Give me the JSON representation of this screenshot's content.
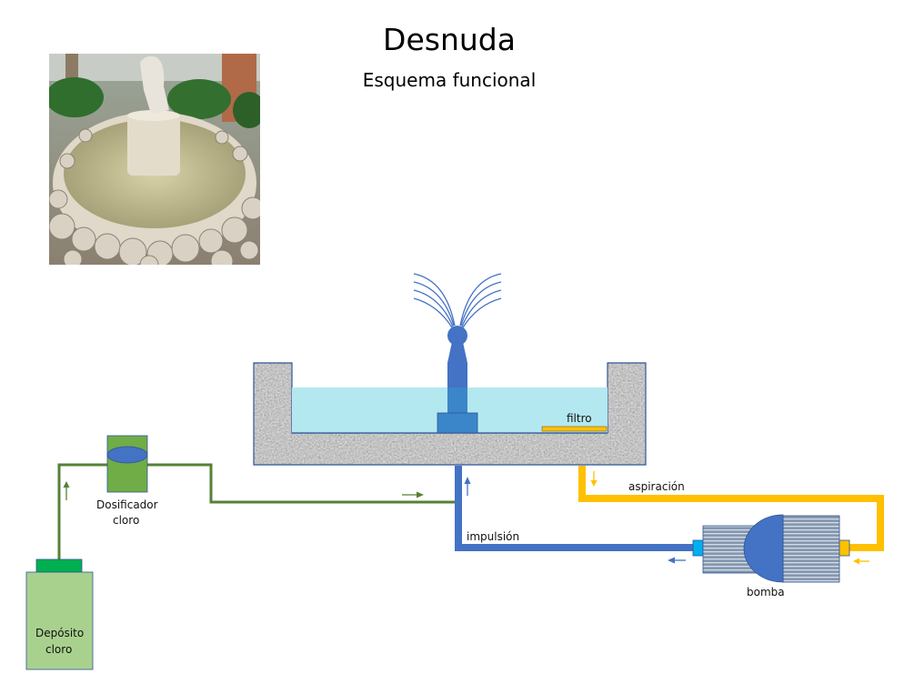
{
  "header": {
    "title": "Desnuda",
    "subtitle": "Esquema funcional"
  },
  "photo": {
    "description": "Fountain with statue on a pedestal surrounded by a ring of rocks"
  },
  "diagram": {
    "labels": {
      "filtro": "filtro",
      "aspiracion": "aspiración",
      "impulsion": "impulsión",
      "bomba": "bomba",
      "dosificador_line1": "Dosificador",
      "dosificador_line2": "cloro",
      "deposito_line1": "Depósito",
      "deposito_line2": "cloro"
    },
    "colors": {
      "impulsion_pipe": "#4472c4",
      "aspiracion_pipe": "#ffc000",
      "chlorine_pipe": "#548235",
      "water": "#b4e8f0",
      "nozzle": "#4472c4",
      "nozzle_base": "#3a86c8",
      "dosificador": "#70ad47",
      "deposito": "#a9d18e",
      "deposito_cap": "#00b050",
      "pump_body": "#8497b0",
      "pump_core": "#4472c4",
      "outlet_connector": "#00b0f0",
      "inlet_connector": "#ffc000"
    },
    "flow_arrows": [
      {
        "pipe": "chlorine",
        "direction": "up"
      },
      {
        "pipe": "chlorine",
        "direction": "right"
      },
      {
        "pipe": "impulsion",
        "direction": "up"
      },
      {
        "pipe": "impulsion",
        "direction": "left"
      },
      {
        "pipe": "aspiracion",
        "direction": "down"
      },
      {
        "pipe": "aspiracion",
        "direction": "left"
      }
    ]
  }
}
